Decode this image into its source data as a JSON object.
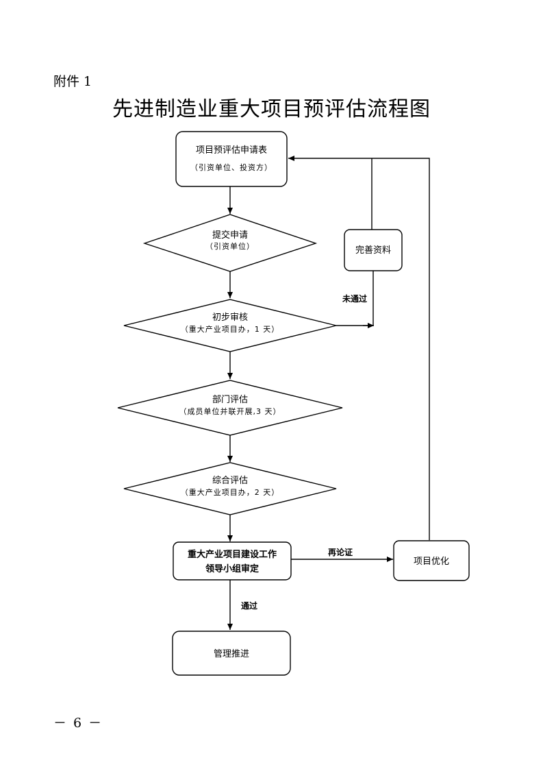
{
  "document": {
    "attachment_label": "附件 1",
    "title": "先进制造业重大项目预评估流程图",
    "page_number": "－ 6 －"
  },
  "flowchart": {
    "nodes": {
      "application": {
        "title": "项目预评估申请表",
        "subtitle": "（引资单位、投资方）"
      },
      "submit": {
        "title": "提交申请",
        "subtitle": "（引资单位）"
      },
      "initial_review": {
        "title": "初步审核",
        "subtitle": "（重大产业项目办，1 天）"
      },
      "dept_evaluation": {
        "title": "部门评估",
        "subtitle": "（成员单位并联开展,3 天）"
      },
      "comprehensive": {
        "title": "综合评估",
        "subtitle": "（重大产业项目办，2 天）"
      },
      "leadership_review": {
        "line1": "重大产业项目建设工作",
        "line2": "领导小组审定"
      },
      "improve_materials": {
        "title": "完善资料"
      },
      "project_optimization": {
        "title": "项目优化"
      },
      "management": {
        "title": "管理推进"
      }
    },
    "edges": {
      "not_passed": "未通过",
      "re_argue": "再论证",
      "passed": "通过"
    }
  }
}
